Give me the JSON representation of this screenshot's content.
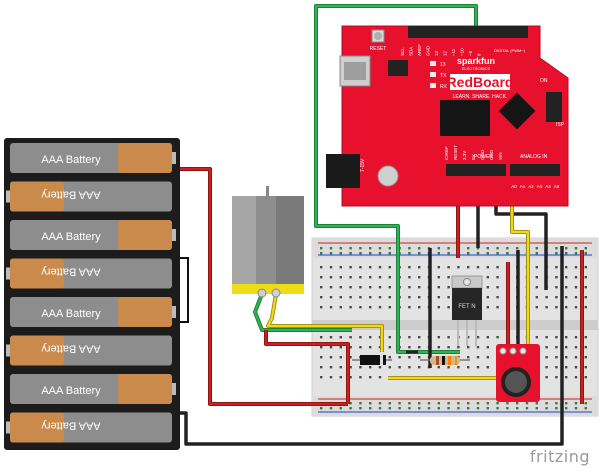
{
  "watermark": "fritzing",
  "batteries": {
    "label": "AAA Battery",
    "cells": [
      {
        "label": "AAA Battery",
        "orientation": "normal"
      },
      {
        "label": "AAA Battery",
        "orientation": "flipped"
      },
      {
        "label": "AAA Battery",
        "orientation": "normal"
      },
      {
        "label": "AAA Battery",
        "orientation": "flipped"
      },
      {
        "label": "AAA Battery",
        "orientation": "normal"
      },
      {
        "label": "AAA Battery",
        "orientation": "flipped"
      },
      {
        "label": "AAA Battery",
        "orientation": "normal"
      },
      {
        "label": "AAA Battery",
        "orientation": "flipped"
      }
    ]
  },
  "redboard": {
    "brand": "sparkfun",
    "brand_sub": "ELECTRONICS",
    "title": "RedBoard",
    "tagline": "LEARN. SHARE. HACK.",
    "reset": "RESET",
    "on": "ON",
    "isp": "ISP",
    "power": "POWER",
    "analog_in": "ANALOG IN",
    "digital": "DIGITAL (PWM~)",
    "vin_label": "7-15V",
    "power_pins": [
      "IOREF",
      "RESET",
      "3.3V",
      "5V",
      "GND",
      "GND",
      "VIN"
    ],
    "analog_pins": [
      "A0",
      "A1",
      "A2",
      "A3",
      "A4",
      "A5"
    ],
    "header_pins": [
      "SCL",
      "SDA",
      "AREF",
      "GND",
      "13",
      "12",
      "~11",
      "~10",
      "~9",
      "8"
    ],
    "leds": [
      "13",
      "TX",
      "RX"
    ]
  },
  "transistor": {
    "label": "FET N"
  },
  "colors": {
    "board_red": "#e8112d",
    "breadboard": "#e6e6e6",
    "wire_green": "#2fa84f",
    "wire_red": "#cc1f1f",
    "wire_black": "#222222",
    "wire_yellow": "#f2d81a",
    "battery_copper": "#c98a4b"
  }
}
